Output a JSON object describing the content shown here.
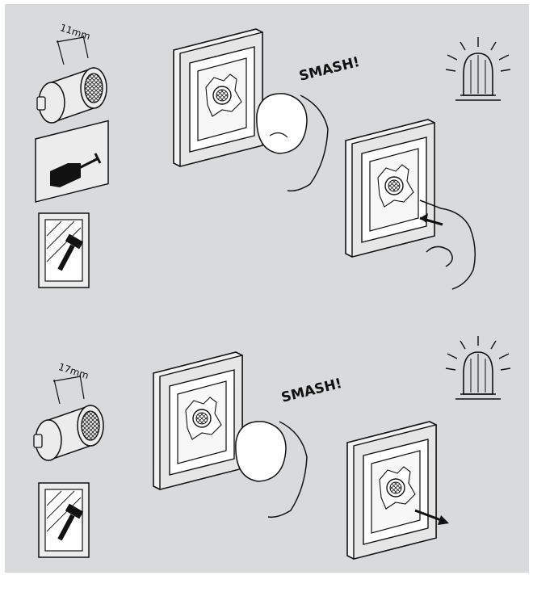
{
  "colors": {
    "background": "#d9dadb",
    "ink": "#111111",
    "box_face": "#ececec"
  },
  "panels": {
    "top": {
      "dimension_label": "11mm",
      "action_label": "SMASH!",
      "icons": [
        "press-button-icon",
        "break-glass-hammer-icon"
      ]
    },
    "bottom": {
      "dimension_label": "17mm",
      "action_label": "SMASH!",
      "icons": [
        "break-glass-hammer-icon"
      ]
    }
  }
}
